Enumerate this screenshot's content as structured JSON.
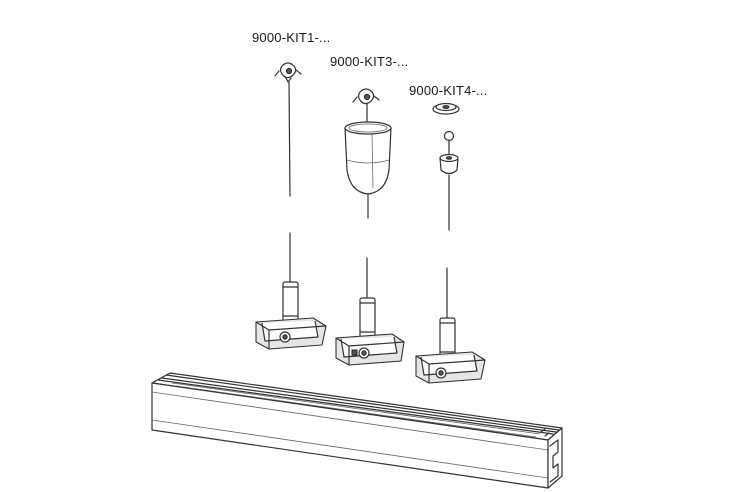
{
  "labels": {
    "kit1": "9000-KIT1-...",
    "kit3": "9000-KIT3-...",
    "kit4": "9000-KIT4-..."
  },
  "colors": {
    "line": "#333333",
    "fill": "#ffffff",
    "shade": "#e6e6e6"
  }
}
